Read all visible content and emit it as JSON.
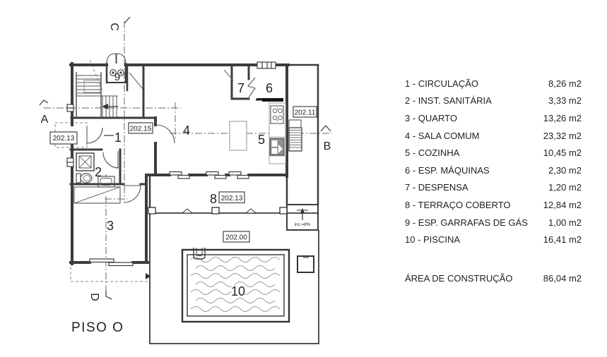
{
  "plan": {
    "floor_label": "PISO O",
    "ramp_label": "inc.=8%",
    "room_labels": [
      "1",
      "2",
      "3",
      "4",
      "5",
      "6",
      "7",
      "8",
      "9",
      "10"
    ],
    "sections": {
      "a": "A",
      "b": "B",
      "c": "C",
      "d": "D"
    },
    "elevations": {
      "entry": "202.13",
      "hall": "202.15",
      "east": "202.11",
      "terrace": "202.13",
      "pool_deck": "202.00"
    }
  },
  "legend": {
    "items": [
      {
        "label": "1 - CIRCULAÇÃO",
        "area": "8,26 m2"
      },
      {
        "label": "2 - INST. SANITÁRIA",
        "area": "3,33 m2"
      },
      {
        "label": "3 - QUARTO",
        "area": "13,26 m2"
      },
      {
        "label": "4 - SALA COMUM",
        "area": "23,32 m2"
      },
      {
        "label": "5 - COZINHA",
        "area": "10,45 m2"
      },
      {
        "label": "6 - ESP. MÁQUINAS",
        "area": "2,30 m2"
      },
      {
        "label": "7 - DESPENSA",
        "area": "1,20 m2"
      },
      {
        "label": "8 - TERRAÇO COBERTO",
        "area": "12,84 m2"
      },
      {
        "label": "9 - ESP. GARRAFAS DE GÁS",
        "area": "1,00 m2"
      },
      {
        "label": "10 - PISCINA",
        "area": "16,41 m2"
      }
    ],
    "total": {
      "label": "ÁREA DE CONSTRUÇÃO",
      "area": "86,04 m2"
    }
  },
  "colors": {
    "line": "#3c3c3c",
    "water": "#9c9c9c",
    "text": "#1f1f1f",
    "background": "#ffffff"
  }
}
